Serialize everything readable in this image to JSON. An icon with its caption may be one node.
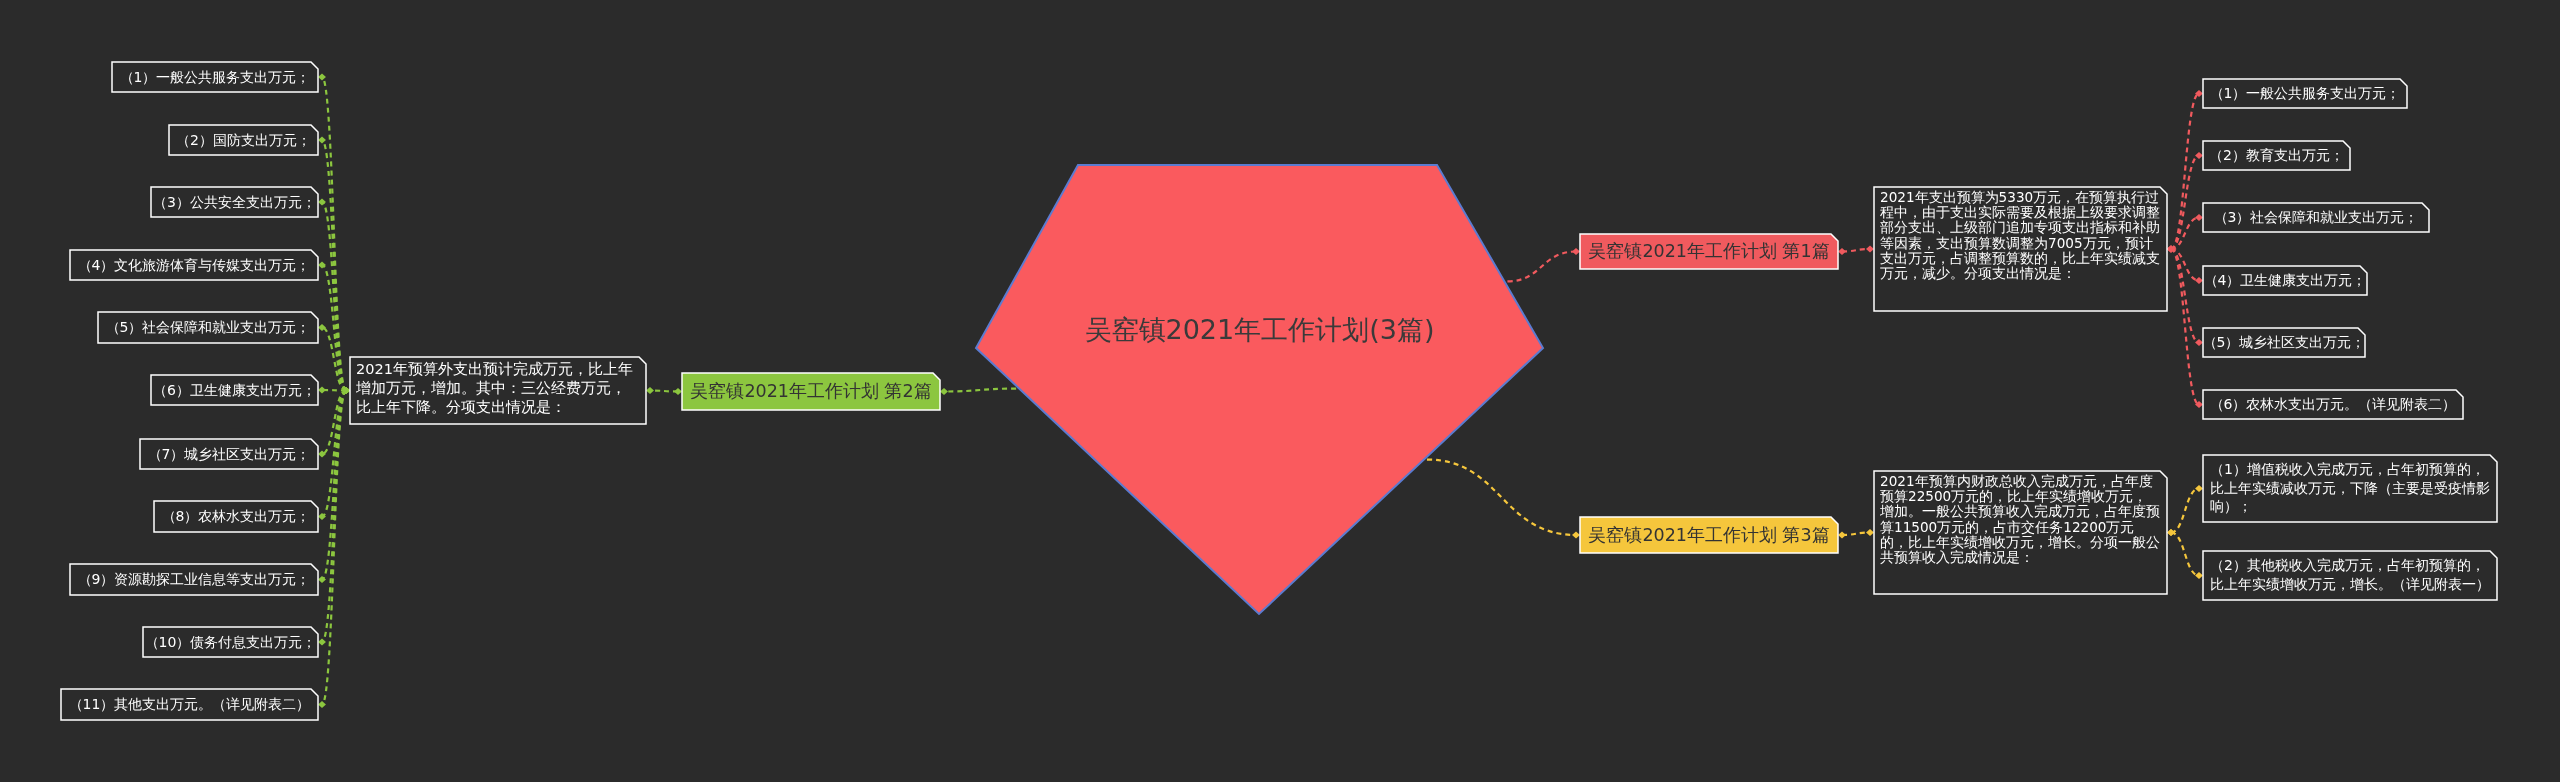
{
  "diagram": {
    "nodes": [
      {
        "text": [
          "吴窑镇2021年工作计划(3篇)"
        ]
      },
      {
        "text": [
          "吴窑镇2021年工作计划 第1篇"
        ]
      },
      {
        "text": [
          "2021年支出预算为5330万元，在预算执行过程中，由于支出实际需要及根据上级要求调整部分支出、上级部门追加专项支出指标和补助等因素，支出预算数调整为7005万元，预计支出万元，占调整预算数的，比上年实绩减支万元，减少。分项支出情况是："
        ]
      },
      {
        "text": [
          "（1）一般公共服务支出万元；"
        ]
      },
      {
        "text": [
          "（2）教育支出万元；"
        ]
      },
      {
        "text": [
          "（3）社会保障和就业支出万元；"
        ]
      },
      {
        "text": [
          "（4）卫生健康支出万元；"
        ]
      },
      {
        "text": [
          "（5）城乡社区支出万元；"
        ]
      },
      {
        "text": [
          "（6）农林水支出万元。（详见附表二）"
        ]
      },
      {
        "text": [
          "吴窑镇2021年工作计划 第3篇"
        ]
      },
      {
        "text": [
          "2021年预算内财政总收入完成万元，占年度预算22500万元的，比上年实绩增收万元，增加。一般公共预算收入完成万元，占年度预算11500万元的，占市交任务12200万元的，比上年实绩增收万元，增长。分项一般公共预算收入完成情况是："
        ]
      },
      {
        "text": [
          "（1）增值税收入完成万元，占年初预算的，比上年实绩减收万元，下降（主要是受疫情影响）；"
        ]
      },
      {
        "text": [
          "（2）其他税收入完成万元，占年初预算的，比上年实绩增收万元，增长。（详见附表一）"
        ]
      },
      {
        "text": [
          "吴窑镇2021年工作计划 第2篇"
        ]
      },
      {
        "text": [
          "2021年预算外支出预计完成万元，比上年增加万元，增加。其中：三公经费万元，比上年下降。分项支出情况是："
        ]
      },
      {
        "text": [
          "（1）一般公共服务支出万元；"
        ]
      },
      {
        "text": [
          "（2）国防支出万元；"
        ]
      },
      {
        "text": [
          "（3）公共安全支出万元；"
        ]
      },
      {
        "text": [
          "（4）文化旅游体育与传媒支出万元；"
        ]
      },
      {
        "text": [
          "（5）社会保障和就业支出万元；"
        ]
      },
      {
        "text": [
          "（6）卫生健康支出万元；"
        ]
      },
      {
        "text": [
          "（7）城乡社区支出万元；"
        ]
      },
      {
        "text": [
          "（8）农林水支出万元；"
        ]
      },
      {
        "text": [
          "（9）资源勘探工业信息等支出万元；"
        ]
      },
      {
        "text": [
          "（10）债务付息支出万元；"
        ]
      },
      {
        "text": [
          "（11）其他支出万元。（详见附表二）"
        ]
      }
    ],
    "edges": [
      {
        "from": 0,
        "to": 1,
        "arrow": "other",
        "style": "dashed",
        "color": "#f05a5e"
      },
      {
        "from": 1,
        "to": 2,
        "arrow": "other",
        "style": "dashed",
        "color": "#f05a5e"
      },
      {
        "from": 2,
        "to": 3,
        "arrow": "other",
        "style": "dashed",
        "color": "#f05a5e"
      },
      {
        "from": 2,
        "to": 4,
        "arrow": "other",
        "style": "dashed",
        "color": "#f05a5e"
      },
      {
        "from": 2,
        "to": 5,
        "arrow": "other",
        "style": "dashed",
        "color": "#f05a5e"
      },
      {
        "from": 2,
        "to": 6,
        "arrow": "other",
        "style": "dashed",
        "color": "#f05a5e"
      },
      {
        "from": 2,
        "to": 7,
        "arrow": "other",
        "style": "dashed",
        "color": "#f05a5e"
      },
      {
        "from": 2,
        "to": 8,
        "arrow": "other",
        "style": "dashed",
        "color": "#f05a5e"
      },
      {
        "from": 0,
        "to": 9,
        "arrow": "other",
        "style": "dashed",
        "color": "#f5c63c"
      },
      {
        "from": 9,
        "to": 10,
        "arrow": "other",
        "style": "dashed",
        "color": "#f5c63c"
      },
      {
        "from": 10,
        "to": 11,
        "arrow": "other",
        "style": "dashed",
        "color": "#f5c63c"
      },
      {
        "from": 10,
        "to": 12,
        "arrow": "other",
        "style": "dashed",
        "color": "#f5c63c"
      },
      {
        "from": 0,
        "to": 13,
        "arrow": "other",
        "style": "dashed",
        "color": "#8cc63f"
      },
      {
        "from": 13,
        "to": 14,
        "arrow": "other",
        "style": "dashed",
        "color": "#8cc63f"
      },
      {
        "from": 14,
        "to": 15,
        "arrow": "other",
        "style": "dashed",
        "color": "#8cc63f"
      },
      {
        "from": 14,
        "to": 16,
        "arrow": "other",
        "style": "dashed",
        "color": "#8cc63f"
      },
      {
        "from": 14,
        "to": 17,
        "arrow": "other",
        "style": "dashed",
        "color": "#8cc63f"
      },
      {
        "from": 14,
        "to": 18,
        "arrow": "other",
        "style": "dashed",
        "color": "#8cc63f"
      },
      {
        "from": 14,
        "to": 19,
        "arrow": "other",
        "style": "dashed",
        "color": "#8cc63f"
      },
      {
        "from": 14,
        "to": 20,
        "arrow": "other",
        "style": "dashed",
        "color": "#8cc63f"
      },
      {
        "from": 14,
        "to": 21,
        "arrow": "other",
        "style": "dashed",
        "color": "#8cc63f"
      },
      {
        "from": 14,
        "to": 22,
        "arrow": "other",
        "style": "dashed",
        "color": "#8cc63f"
      },
      {
        "from": 14,
        "to": 23,
        "arrow": "other",
        "style": "dashed",
        "color": "#8cc63f"
      },
      {
        "from": 14,
        "to": 24,
        "arrow": "other",
        "style": "dashed",
        "color": "#8cc63f"
      },
      {
        "from": 14,
        "to": 25,
        "arrow": "other",
        "style": "dashed",
        "color": "#8cc63f"
      }
    ]
  }
}
